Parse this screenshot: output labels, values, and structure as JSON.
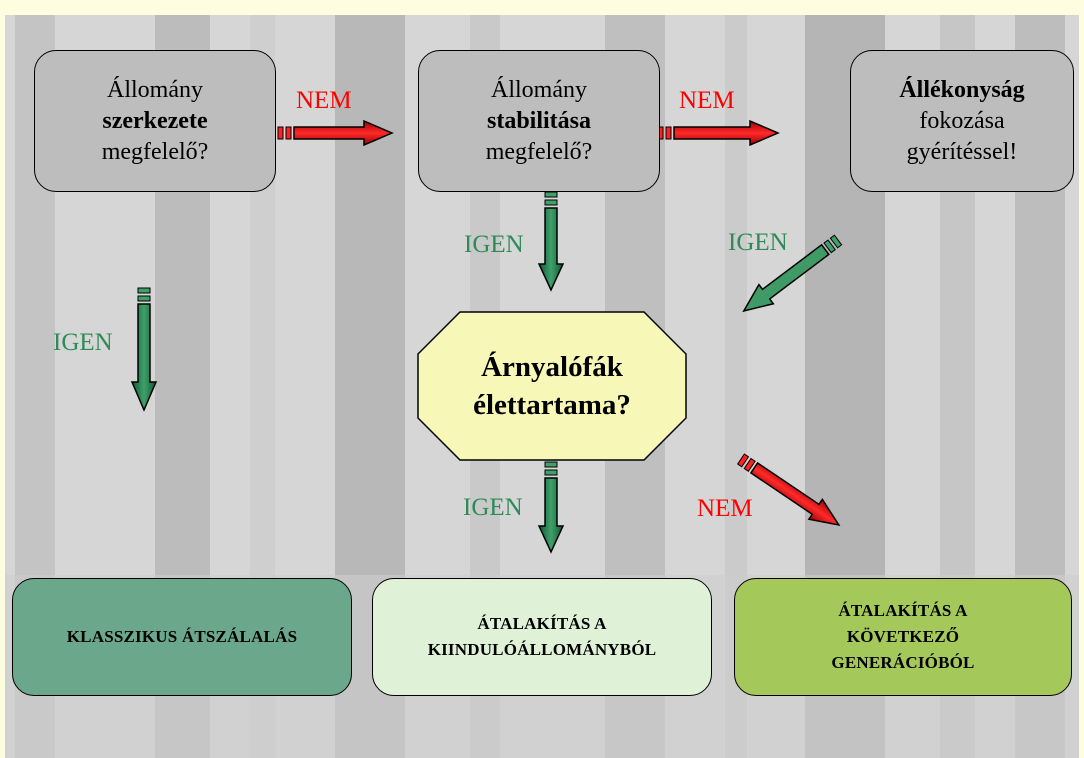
{
  "questions": {
    "q1": {
      "line1": "Állomány",
      "line2": "szerkezete",
      "line3": "megfelelő?"
    },
    "q2": {
      "line1": "Állomány",
      "line2": "stabilitása",
      "line3": "megfelelő?"
    },
    "q3": {
      "line1": "Állékonyság",
      "line2": "fokozása",
      "line3": "gyérítéssel!"
    }
  },
  "center": {
    "line1": "Árnyalófák",
    "line2": "élettartama?"
  },
  "outcomes": {
    "o1": {
      "line1": "Klasszikus átszálalás"
    },
    "o2": {
      "line1": "Átalakítás a",
      "line2": "kiindulóállományból"
    },
    "o3": {
      "line1": "Átalakítás a",
      "line2": "következő",
      "line3": "generációból"
    }
  },
  "labels": {
    "nem1": "NEM",
    "nem2": "NEM",
    "nem3": "NEM",
    "igen1": "IGEN",
    "igen2": "IGEN",
    "igen3": "IGEN",
    "igen4": "IGEN"
  },
  "colors": {
    "question_fill": "#bdbdbd",
    "center_fill": "#f7f7b8",
    "outcome1_fill": "#6aa78b",
    "outcome2_fill": "#dff2d8",
    "outcome3_fill": "#a5c85a",
    "nem_arrow": "#ff0000",
    "igen_arrow": "#2e8b57"
  }
}
